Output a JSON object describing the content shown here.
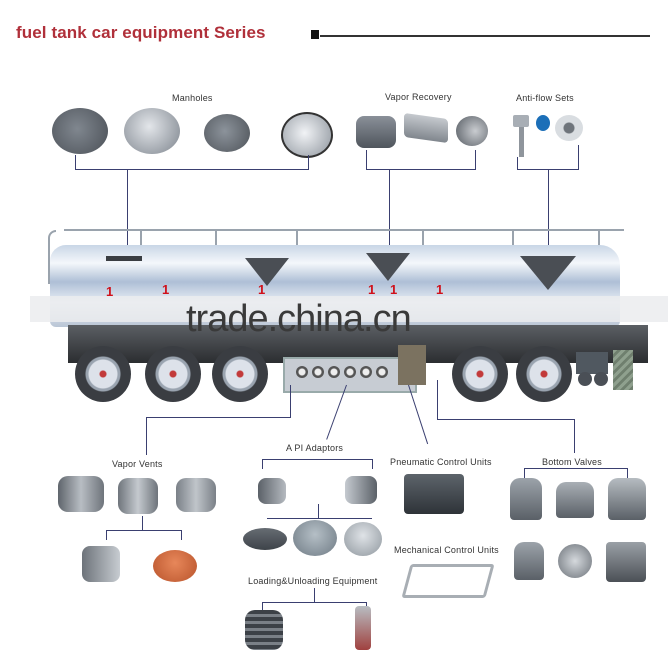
{
  "header": {
    "title": "fuel tank car equipment Series"
  },
  "watermark": "trade.china.cn",
  "groups": {
    "manholes": {
      "label": "Manholes",
      "items": [
        "manhole-cover-1",
        "manhole-cover-2",
        "manhole-cover-3",
        "manhole-cover-4"
      ]
    },
    "vapor_recovery": {
      "label": "Vapor Recovery",
      "items": [
        "vapor-recovery-valve-1",
        "vapor-recovery-valve-2",
        "vapor-recovery-valve-3"
      ]
    },
    "anti_flow": {
      "label": "Anti-flow Sets",
      "items": [
        "anti-flow-probe",
        "anti-flow-cap",
        "anti-flow-socket"
      ]
    },
    "vapor_vents": {
      "label": "Vapor Vents",
      "items": [
        "vapor-vent-1",
        "vapor-vent-2",
        "vapor-vent-3",
        "vapor-vent-coupler",
        "vapor-vent-cap"
      ]
    },
    "api_adaptors": {
      "label": "A PI Adaptors",
      "items": [
        "api-adaptor-1",
        "api-adaptor-2"
      ]
    },
    "pneumatic": {
      "label": "Pneumatic Control Units",
      "items": [
        "pneumatic-control-block"
      ]
    },
    "bottom_valves": {
      "label": "Bottom Valves",
      "items": [
        "bottom-valve-1",
        "bottom-valve-2",
        "bottom-valve-3",
        "bottom-valve-4",
        "bottom-valve-5",
        "bottom-valve-6"
      ]
    },
    "mechanical": {
      "label": "Mechanical Control Units",
      "items": [
        "mechanical-control-linkage"
      ]
    },
    "loading": {
      "label": "Loading&Unloading Equipment",
      "items": [
        "loading-cap-1",
        "loading-cap-2",
        "loading-cap-3",
        "loading-hose",
        "loading-nozzle"
      ]
    }
  },
  "truck": {
    "compartment_marks": [
      "1",
      "1",
      "1",
      "1",
      "1",
      "1"
    ]
  },
  "colors": {
    "title": "#b0303a",
    "connector": "#3a3f70",
    "mark": "#d0111b"
  }
}
